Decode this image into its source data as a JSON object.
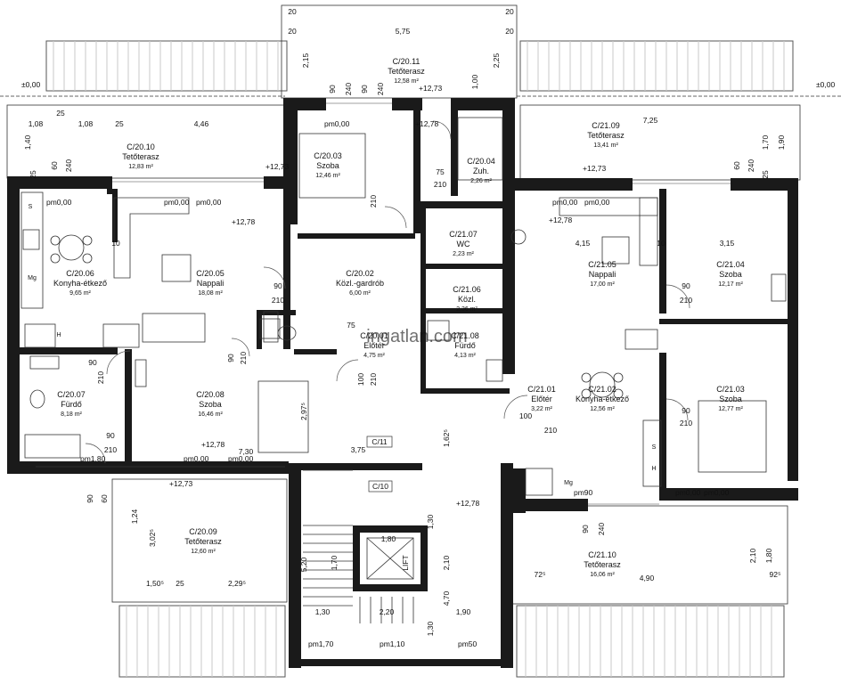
{
  "rooms": [
    {
      "id": "C/20.11",
      "name": "Tetőterasz",
      "area": "12,58 m²"
    },
    {
      "id": "C/20.10",
      "name": "Tetőterasz",
      "area": "12,83 m²"
    },
    {
      "id": "C/20.03",
      "name": "Szoba",
      "area": "12,46 m²"
    },
    {
      "id": "C/20.04",
      "name": "Zuh.",
      "area": "2,26 m²"
    },
    {
      "id": "C/21.09",
      "name": "Tetőterasz",
      "area": "13,41 m²"
    },
    {
      "id": "C/20.06",
      "name": "Konyha-étkező",
      "area": "9,65 m²"
    },
    {
      "id": "C/20.05",
      "name": "Nappali",
      "area": "18,08 m²"
    },
    {
      "id": "C/20.02",
      "name": "Közl.-gardrób",
      "area": "6,00 m²"
    },
    {
      "id": "C/21.07",
      "name": "WC",
      "area": "2,23 m²"
    },
    {
      "id": "C/21.06",
      "name": "Közl.",
      "area": "2,36 m²"
    },
    {
      "id": "C/21.05",
      "name": "Nappali",
      "area": "17,00 m²"
    },
    {
      "id": "C/21.04",
      "name": "Szoba",
      "area": "12,17 m²"
    },
    {
      "id": "C/20.01",
      "name": "Előtér",
      "area": "4,75 m²"
    },
    {
      "id": "C/21.08",
      "name": "Fürdő",
      "area": "4,13 m²"
    },
    {
      "id": "C/20.07",
      "name": "Fürdő",
      "area": "8,18 m²"
    },
    {
      "id": "C/20.08",
      "name": "Szoba",
      "area": "16,46 m²"
    },
    {
      "id": "C/21.01",
      "name": "Előtér",
      "area": "3,22 m²"
    },
    {
      "id": "C/21.02",
      "name": "Konyha-étkező",
      "area": "12,56 m²"
    },
    {
      "id": "C/21.03",
      "name": "Szoba",
      "area": "12,77 m²"
    },
    {
      "id": "C/20.09",
      "name": "Tetőterasz",
      "area": "12,60 m²"
    },
    {
      "id": "C/21.10",
      "name": "Tetőterasz",
      "area": "16,06 m²"
    }
  ],
  "levels": {
    "zero": "±0,00",
    "terrace": "+12,73",
    "floor": "+12,78",
    "pm000": "pm0,00",
    "pm090": "pm90",
    "pm110": "pm1,10",
    "pm170": "pm1,70",
    "pm180": "pm1,80",
    "pm50": "pm50"
  },
  "dimensions": {
    "d575": "5,75",
    "d446": "4,46",
    "d108": "1,08",
    "d725": "7,25",
    "d415": "4,15",
    "d315": "3,15",
    "d730": "7,30",
    "d375": "3,75",
    "d490": "4,90",
    "d229": "2,29⁵",
    "d150": "1,50⁵",
    "d130": "1,30",
    "d220": "2,20",
    "d190": "1,90",
    "d180": "1,80",
    "d210": "2,10",
    "d470": "4,70",
    "d520": "5,20",
    "d162": "1,62⁵",
    "d297": "2,97⁵",
    "d302": "3,02⁵",
    "d215": "2,15",
    "d225": "2,25",
    "d124": "1,24",
    "d140": "1,40",
    "d100": "1,00",
    "d170": "1,70",
    "d085": "85",
    "d25": "25",
    "d20": "20",
    "d10": "10",
    "d60": "60",
    "d90": "90",
    "d240": "240",
    "d75": "75",
    "d92": "92⁵",
    "d72": "72⁵",
    "door90": "90",
    "door210": "210",
    "door100": "100",
    "door75": "75"
  },
  "labels": {
    "lift": "LIFT",
    "c11": "C/11",
    "c10": "C/10",
    "s": "S",
    "h": "H",
    "mg": "Mg",
    "watermark": "ingatlan.com"
  }
}
